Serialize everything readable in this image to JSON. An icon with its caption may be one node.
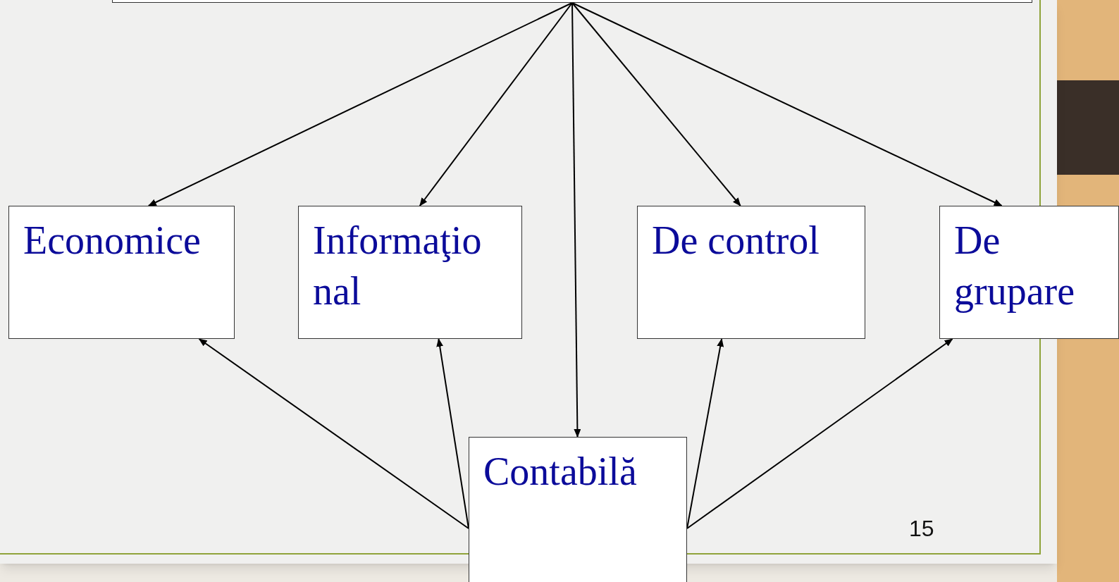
{
  "diagram": {
    "nodes": [
      {
        "text": [],
        "shape": "box"
      },
      {
        "text": [
          "Economice"
        ]
      },
      {
        "text": [
          "Informaţio nal"
        ]
      },
      {
        "text": [
          "De control"
        ]
      },
      {
        "text": [
          "De grupare"
        ]
      },
      {
        "text": [
          "Contabilă"
        ]
      }
    ],
    "edges": [
      {
        "from": 0,
        "to": 1,
        "arrow": "to"
      },
      {
        "from": 0,
        "to": 2,
        "arrow": "to"
      },
      {
        "from": 0,
        "to": 5,
        "arrow": "to"
      },
      {
        "from": 0,
        "to": 3,
        "arrow": "to"
      },
      {
        "from": 0,
        "to": 4,
        "arrow": "to"
      },
      {
        "from": 5,
        "to": 1,
        "arrow": "to"
      },
      {
        "from": 5,
        "to": 2,
        "arrow": "to"
      },
      {
        "from": 5,
        "to": 3,
        "arrow": "to"
      },
      {
        "from": 5,
        "to": 4,
        "arrow": "to"
      }
    ],
    "labels": [
      "15"
    ]
  }
}
